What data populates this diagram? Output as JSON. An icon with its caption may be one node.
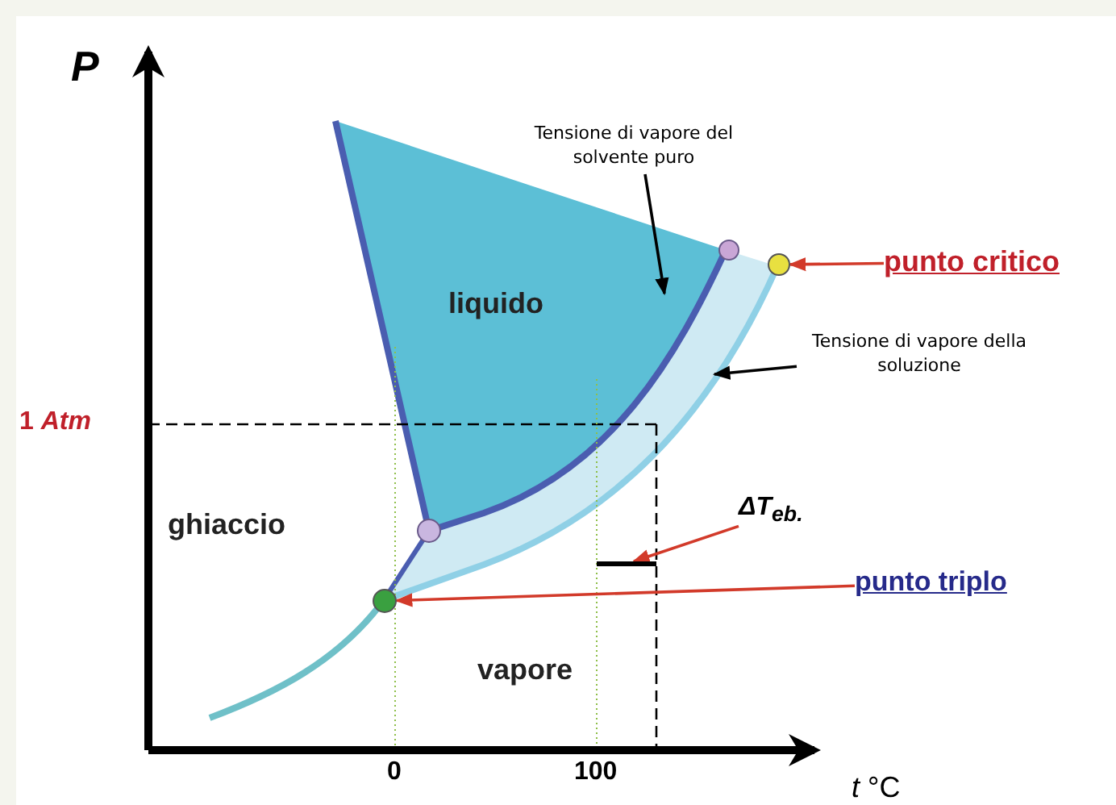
{
  "diagram": {
    "nodes": [
      {
        "text": [
          "Tensione di vapore del solvente puro"
        ]
      },
      {
        "text": [
          "Tensione di vapore della soluzione"
        ]
      },
      {
        "text": [
          "punto critico"
        ]
      },
      {
        "text": [],
        "shape": "circle"
      },
      {
        "text": [
          "punto triplo"
        ]
      },
      {
        "text": [],
        "shape": "circle"
      },
      {
        "text": [
          "ΔT$_{eb.}$"
        ]
      },
      {
        "text": [],
        "shape": "bar"
      }
    ],
    "edges": [
      {
        "from": 0,
        "to": null,
        "arrow": "to",
        "color": "#000000"
      },
      {
        "from": 1,
        "to": null,
        "arrow": "to",
        "color": "#000000"
      },
      {
        "from": 2,
        "to": 3,
        "arrow": "to"
      },
      {
        "from": 4,
        "to": 5,
        "arrow": "to"
      },
      {
        "from": 6,
        "to": 7,
        "arrow": "to"
      }
    ],
    "labels": [
      "P",
      "liquido",
      "1 *Atm*",
      "ghiaccio",
      "vapore",
      "0",
      "100",
      "*t* °C"
    ]
  }
}
